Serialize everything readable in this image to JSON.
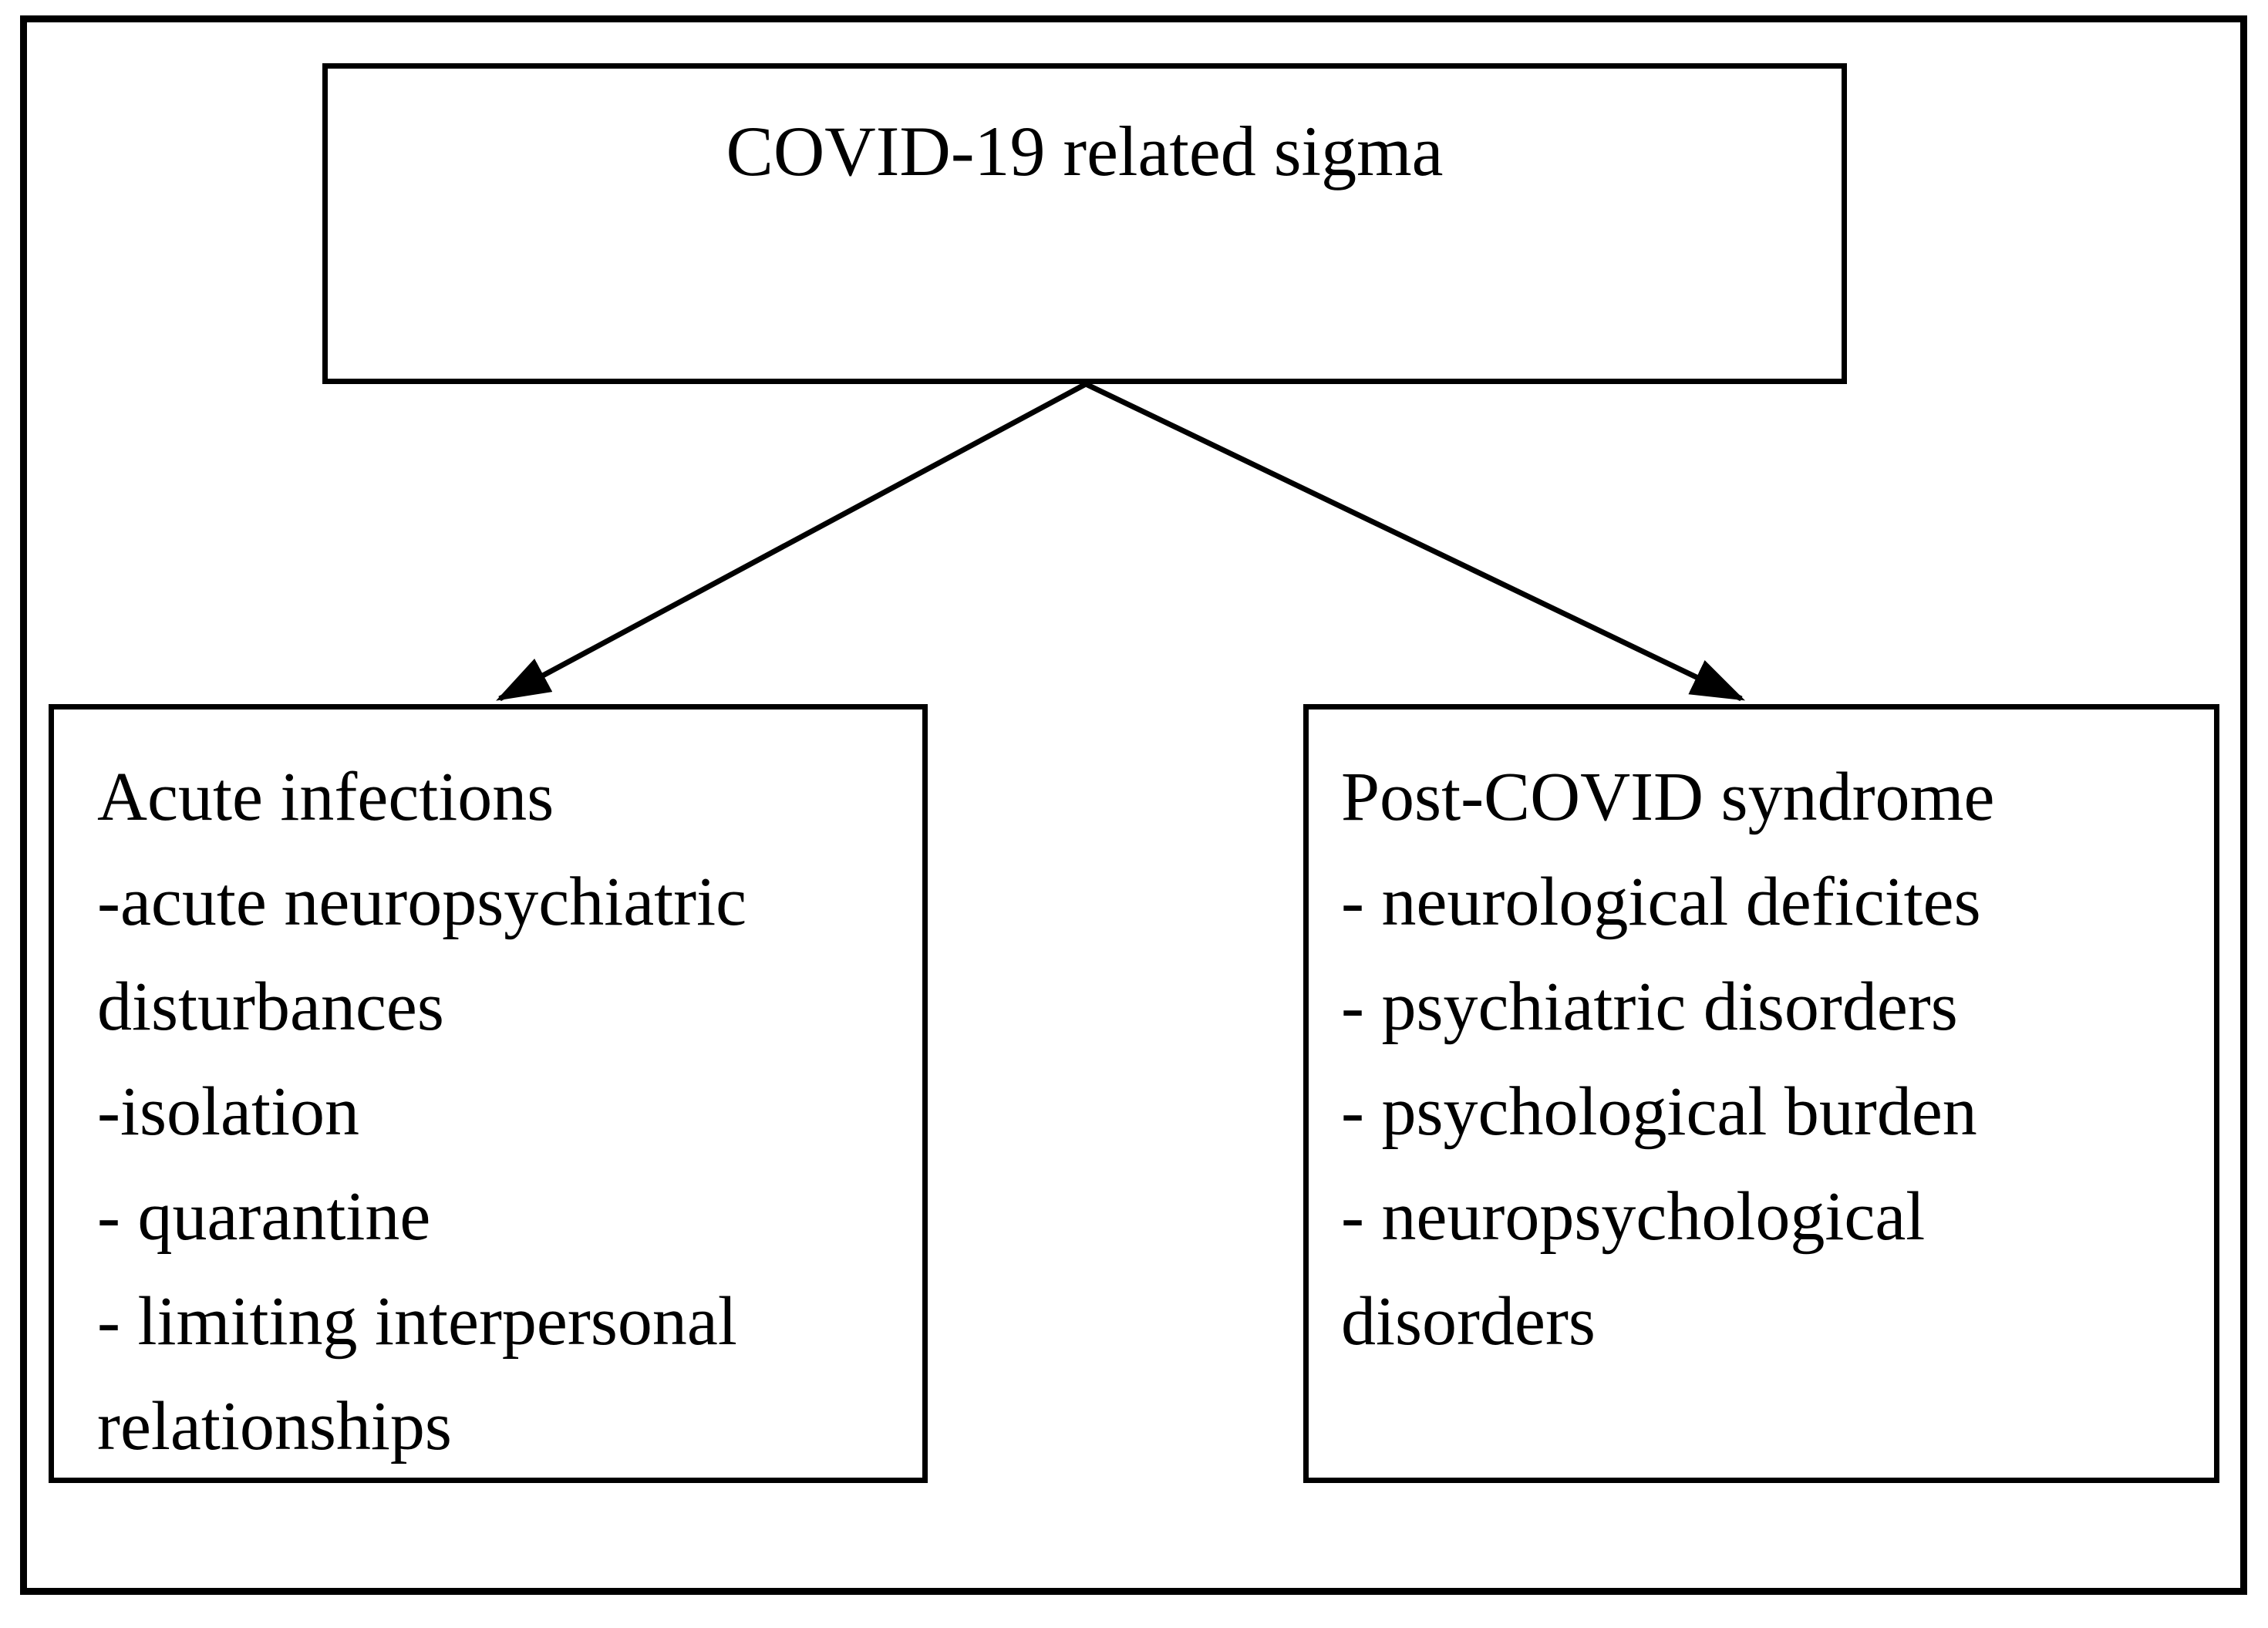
{
  "diagram": {
    "root_box": {
      "label": "COVID-19 related sigma"
    },
    "left_box": {
      "lines": [
        "Acute infections",
        "-acute neuropsychiatric",
        "disturbances",
        "-isolation",
        "- quarantine",
        "- limiting interpersonal",
        "relationships"
      ]
    },
    "right_box": {
      "lines": [
        "Post-COVID syndrome",
        "- neurological deficites",
        "- psychiatric disorders",
        "- psychological burden",
        "- neuropsychological",
        "disorders"
      ]
    },
    "colors": {
      "ink": "#000000",
      "background": "#ffffff"
    }
  }
}
